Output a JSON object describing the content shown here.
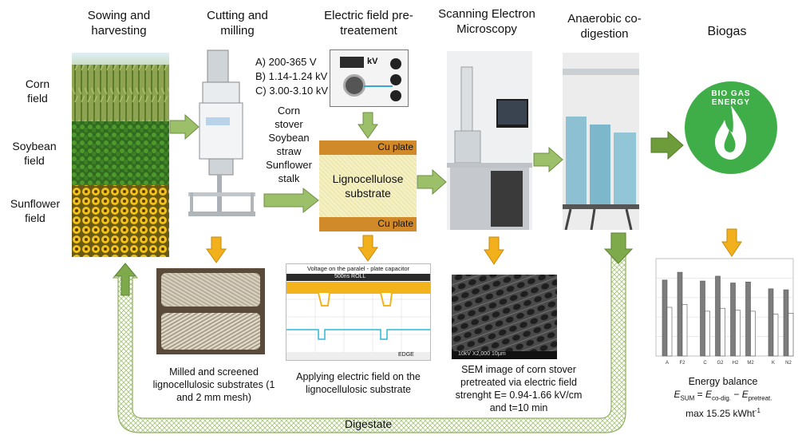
{
  "stages": {
    "sowing": "Sowing and harvesting",
    "cutting": "Cutting and milling",
    "electric": "Electric field pre-treatement",
    "sem": "Scanning Electron Microscopy",
    "anaerobic": "Anaerobic co-digestion",
    "biogas": "Biogas"
  },
  "fields": {
    "corn": "Corn field",
    "soybean": "Soybean field",
    "sunflower": "Sunflower field"
  },
  "voltages": [
    "A) 200-365 V",
    "B) 1.14-1.24 kV",
    "C) 3.00-3.10 kV"
  ],
  "biomass": [
    "Corn",
    "stover",
    "Soybean",
    "straw",
    "Sunflower",
    "stalk"
  ],
  "capacitor": {
    "top_plate": "Cu plate",
    "substrate": "Lignocellulose substrate",
    "bottom_plate": "Cu plate"
  },
  "generator": {
    "kv_label": "kV"
  },
  "biogas_logo": "BIO GAS ENERGY",
  "oscilloscope": {
    "title": "Voltage on the paralel - plate capacitor",
    "status": "500ns ROLL",
    "edge": "EDGE"
  },
  "sem_scale": "10kV   X2,000   10μm",
  "captions": {
    "milled": "Milled and screened lignocellulosic substrates (1 and 2 mm mesh)",
    "applying": "Applying electric field  on the lignocellulosic substrate",
    "sem_image": "SEM image of corn stover pretreated via electric field strenght E= 0.94-1.66 kV/cm and t=10 min"
  },
  "energy": {
    "title": "Energy balance",
    "sum_sub": "SUM",
    "eq_mid": " = ",
    "co_sub": "co-dig.",
    "minus": " − ",
    "pre_sub": "pretreat.",
    "max": "max 15.25  kWht",
    "exp": "-1"
  },
  "digestate": "Digestate",
  "colors": {
    "green_arrow": "#9cbf6a",
    "orange_arrow": "#f2b01c",
    "copper": "#d08a2a",
    "substrate": "#f4f0c2",
    "biogas_green": "#3fae49"
  },
  "chart_data": {
    "type": "bar",
    "categories": [
      "A",
      "F2",
      "C",
      "G2",
      "H2",
      "M2",
      "K",
      "N2"
    ],
    "series": [
      {
        "values": [
          390,
          430,
          385,
          410,
          375,
          380,
          345,
          340
        ]
      },
      {
        "values": [
          250,
          265,
          230,
          245,
          235,
          230,
          215,
          220
        ]
      }
    ],
    "ylim": [
      0,
      500
    ],
    "grid": true
  }
}
